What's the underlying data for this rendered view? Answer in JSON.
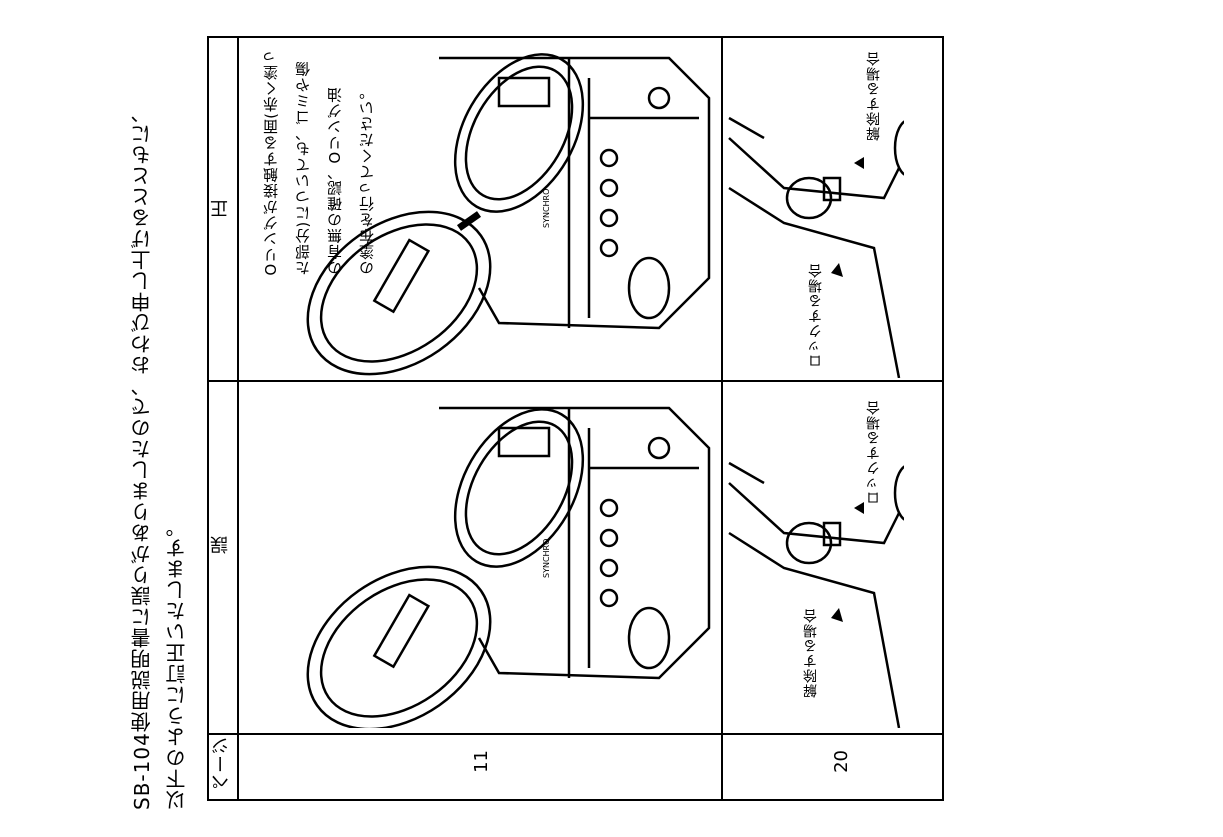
{
  "intro": {
    "line1": "SB-104使用説明書に誤りがありましたので、おわび申し上げるとともに、",
    "line2": "以下のように訂正いたします。"
  },
  "table": {
    "headers": {
      "page": "ページ",
      "wrong": "誤",
      "correct": "正"
    },
    "rows": [
      {
        "page": "11"
      },
      {
        "page": "20"
      }
    ]
  },
  "row11": {
    "correct_note": [
      "Oリングが接触する面(赤く塗っ",
      "た部分)についても、ゴミや傷",
      "の有無の確認、Oリング油",
      "の塗布を行ってください。"
    ],
    "body_label": "SYNCHRO"
  },
  "row20": {
    "wrong_release": "解除する場合",
    "wrong_lock": "ロックする場合",
    "correct_lock": "ロックする場合",
    "correct_release": "解除する場合"
  },
  "colors": {
    "ink": "#000000",
    "paper": "#ffffff"
  }
}
